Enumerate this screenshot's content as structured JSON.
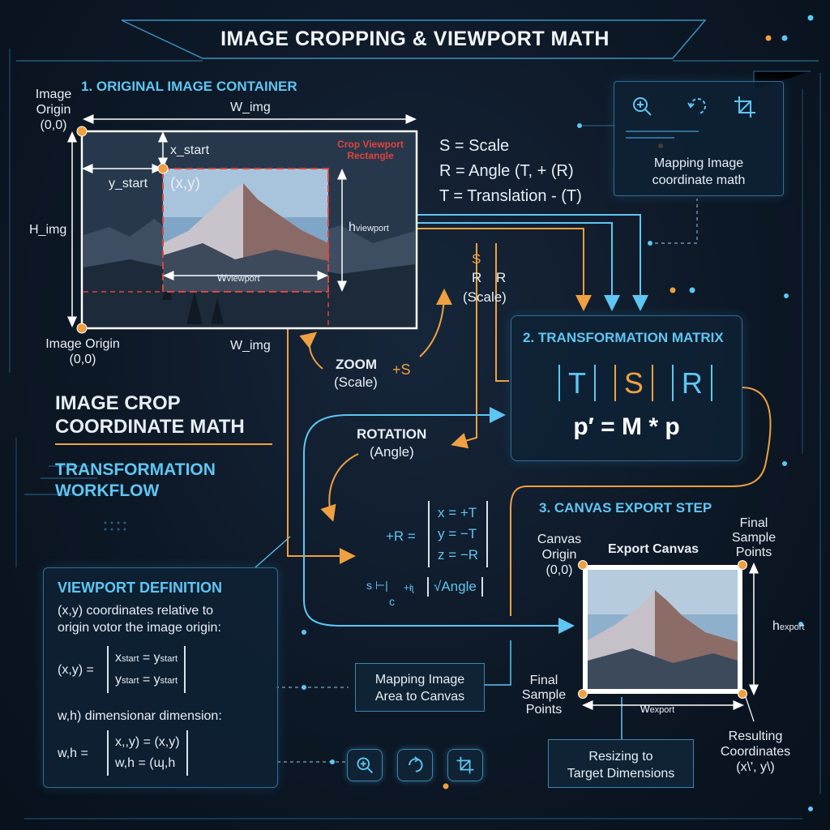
{
  "title": "IMAGE CROPPING & VIEWPORT MATH",
  "section1": {
    "heading": "1. ORIGINAL IMAGE CONTAINER",
    "origin_top": [
      "Image",
      "Origin",
      "(0,0)"
    ],
    "origin_bottom": [
      "Image Origin",
      "(0,0)"
    ],
    "w_img_top": "W_img",
    "w_img_bottom": "W_img",
    "h_img": "H_img",
    "x_start": "x_start",
    "y_start": "y_start",
    "point": "(x,y)",
    "crop_label": [
      "Crop Viewport",
      "Rectangle"
    ],
    "h_viewport": "h",
    "h_viewport_sub": "viewport",
    "w_viewport": "w",
    "w_viewport_sub": "viewport"
  },
  "legend": {
    "lines": [
      "S =  Scale",
      "R =  Angle  (T, + (R)",
      "T = Translation - (T)"
    ]
  },
  "mapping_panel": {
    "lines": [
      "Mapping Image",
      "coordinate math"
    ],
    "icons": [
      "zoom-in-icon",
      "rotate-icon",
      "crop-icon"
    ]
  },
  "flow_labels": {
    "s": "S",
    "r": "R",
    "scale": "(Scale)",
    "zoom": "ZOOM",
    "zoom_sub": "(Scale)",
    "plus_s": "+S",
    "rotation": "ROTATION",
    "rotation_sub": "(Angle)"
  },
  "section2": {
    "heading": "2. TRANSFORMATION MATRIX",
    "t": "T",
    "s": "S",
    "r": "R",
    "equation": "p′ = M * p"
  },
  "left_titles": {
    "line1": "IMAGE CROP",
    "line2": "COORDINATE MATH",
    "line3": "TRANSFORMATION",
    "line4": "WORKFLOW"
  },
  "rotation_eq": {
    "prefix": "+R =",
    "rows": [
      "x = +T",
      "y = −T",
      "z = −R"
    ],
    "s_glyph": "s ⊢|",
    "c_glyph": "c",
    "small_glyph": "+ɨʅ",
    "angle": "√Angle"
  },
  "viewport_def": {
    "heading": "VIEWPORT DEFINITION",
    "desc": [
      "(x,y) coordinates relative to",
      "origin votor the image origin:"
    ],
    "xy_prefix": "(x,y) =",
    "xy_rows": [
      "x",
      "start",
      " = y",
      "start",
      "y",
      "start",
      " = y",
      "start"
    ],
    "wh_desc": "w,h) dimensionar dimension:",
    "wh_prefix": "w,h =",
    "wh_rows": [
      "x,,y) = (x,y)",
      "w,h = (ɰ,h"
    ]
  },
  "mapping_canvas": [
    "Mapping Image",
    "Area to Canvas"
  ],
  "section3": {
    "heading": "3. CANVAS EXPORT STEP",
    "canvas_origin": [
      "Canvas",
      "Origin",
      "(0,0)"
    ],
    "export_canvas": "Export Canvas",
    "final_top": [
      "Final",
      "Sample",
      "Points"
    ],
    "final_left": [
      "Final",
      "Sample",
      "Points"
    ],
    "h_export": "h",
    "h_export_sub": "export",
    "w_export": "w",
    "w_export_sub": "export",
    "resulting": [
      "Resulting",
      "Coordinates",
      "(x\\', y\\)"
    ],
    "resizing": [
      "Resizing to",
      "Target Dimensions"
    ]
  },
  "bottom_icons": [
    "zoom-in-icon",
    "rotate-icon",
    "crop-icon"
  ],
  "colors": {
    "accent_blue": "#5ec6f2",
    "accent_orange": "#f0a040",
    "crop_red": "#e0443c",
    "panel_border": "#2e6e96"
  }
}
